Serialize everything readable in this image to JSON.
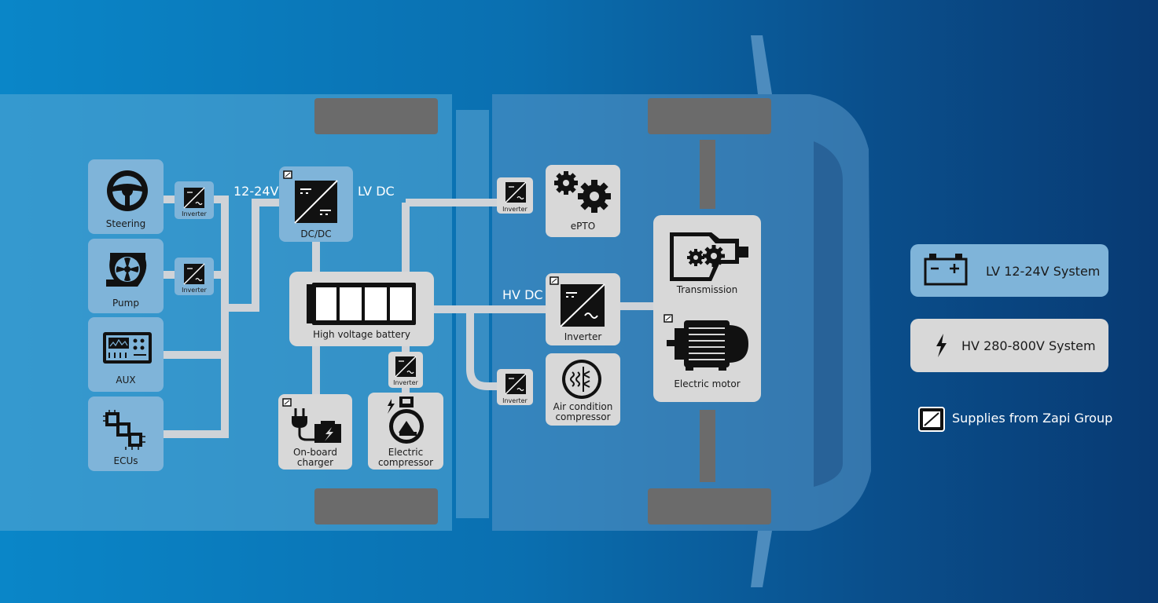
{
  "labels": {
    "steering": "Steering",
    "pump": "Pump",
    "aux": "AUX",
    "ecus": "ECUs",
    "dcdc": "DC/DC",
    "battery": "High voltage battery",
    "charger_l1": "On-board",
    "charger_l2": "charger",
    "ecomp_l1": "Electric",
    "ecomp_l2": "compressor",
    "epto": "ePTO",
    "inverter": "Inverter",
    "ac_l1": "Air condition",
    "ac_l2": "compressor",
    "transmission": "Transmission",
    "motor": "Electric motor"
  },
  "small_inverter_label": "Inverter",
  "bus": {
    "lv_voltage": "12-24V",
    "lv_dc": "LV DC",
    "hv_dc": "HV DC"
  },
  "legend": {
    "lv": "LV 12-24V System",
    "hv": "HV 280-800V  System",
    "zapi": "Supplies from Zapi Group"
  },
  "colors": {
    "lv_box": "#7fb4d9",
    "hv_box": "#d8d8d8",
    "wire": "#cfd3d8",
    "wheel": "#6b6b6b"
  }
}
